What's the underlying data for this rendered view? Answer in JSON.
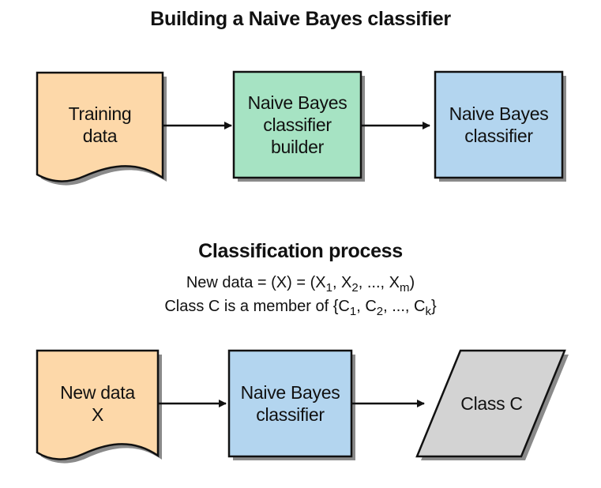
{
  "sections": {
    "build": {
      "title": "Building a Naive Bayes classifier",
      "nodes": {
        "training_data": "Training\ndata",
        "builder": "Naive Bayes\nclassifier\nbuilder",
        "classifier": "Naive Bayes\nclassifier"
      }
    },
    "classify": {
      "title": "Classification process",
      "new_data_line": {
        "prefix": "New data = (X) = (X",
        "s1": "1",
        "mid1": ", X",
        "s2": "2",
        "mid2": ", ..., X",
        "s3": "m",
        "suffix": ")"
      },
      "class_line": {
        "prefix": "Class C is a member of {C",
        "s1": "1",
        "mid1": ", C",
        "s2": "2",
        "mid2": ", ..., C",
        "s3": "k",
        "suffix": "}"
      },
      "nodes": {
        "new_data": "New data\nX",
        "classifier": "Naive Bayes\nclassifier",
        "class_c": "Class C"
      }
    }
  },
  "colors": {
    "data_doc": "#fdd8a9",
    "builder": "#a6e3c3",
    "classifier": "#b3d5ef",
    "output": "#d3d3d3",
    "shadow": "#8a8a8a",
    "stroke": "#111111"
  }
}
